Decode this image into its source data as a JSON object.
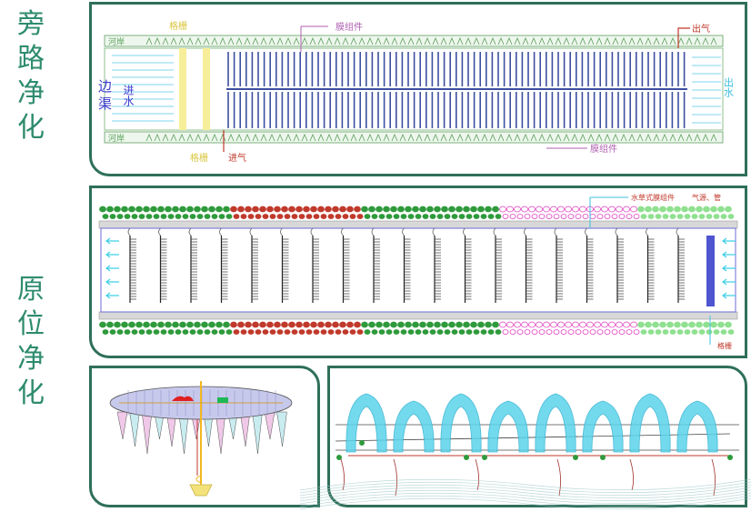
{
  "side_labels": {
    "bypass": [
      "旁",
      "路",
      "净",
      "化"
    ],
    "insitu": [
      "原",
      "位",
      "净",
      "化"
    ]
  },
  "panel1": {
    "bank_top": "河岸",
    "bank_bottom": "河岸",
    "ditch": "边渠",
    "inflow": "进水",
    "outflow": "出水",
    "filter_top": "格栅",
    "filter_bottom": "格栅",
    "membrane_top": "膜组件",
    "membrane_bottom": "膜组件",
    "gas_in": "进气",
    "gas_out": "出气"
  },
  "panel2": {
    "membrane": "水草式膜组件",
    "gas": "气源、管",
    "grid": "格栅"
  },
  "colors": {
    "border": "#2f6f5a",
    "label_green": "#2e8b6e",
    "stripe": "#3d4fa0",
    "cyan": "#3fd0e6",
    "red": "#c0392b",
    "green_dot": "#2e9a3b",
    "magenta": "#e040c0",
    "yellow": "#f3e27a"
  }
}
